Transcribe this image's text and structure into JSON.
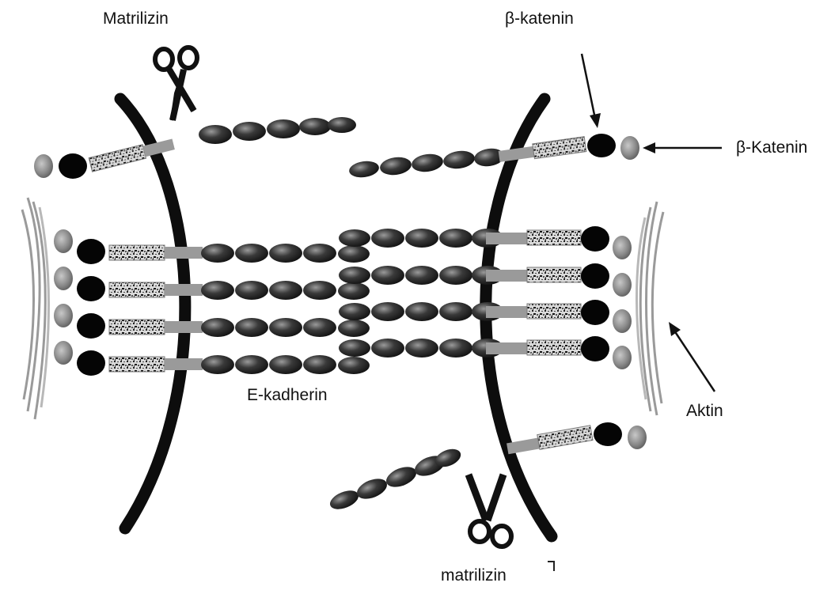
{
  "labels": {
    "matrilizin_top": "Matrilizin",
    "beta_katenin_top": "β-katenin",
    "beta_katenin_right": "β-Katenin",
    "e_kadherin": "E-kadherin",
    "aktin": "Aktin",
    "matrilizin_bottom": "matrilizin"
  },
  "colors": {
    "membrane": "#0d0d0d",
    "bead_dark": "#2a2a2a",
    "bead_light": "#8a8a8a",
    "catenin_dark": "#050505",
    "catenin_grey": "#777777",
    "actin": "#9a9a9a"
  },
  "icons": [
    "scissors-icon-top",
    "scissors-icon-bottom"
  ]
}
